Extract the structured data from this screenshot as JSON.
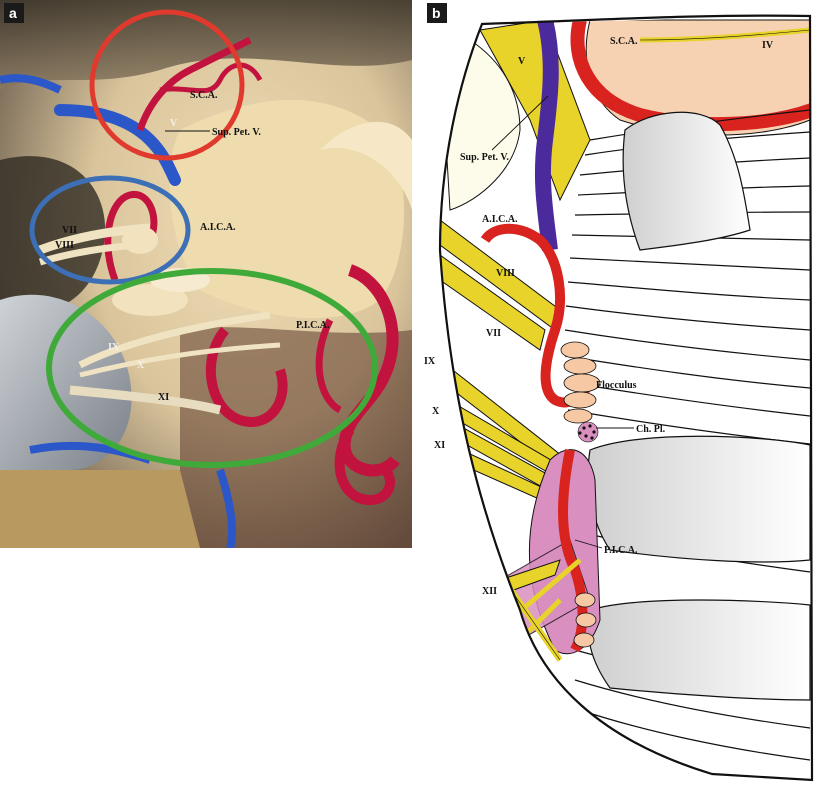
{
  "panels": [
    {
      "tag": "a",
      "labels": {
        "sca": "S.C.A.",
        "v": "V",
        "sup_pet_v": "Sup. Pet. V.",
        "vii": "VII",
        "viii": "VIII",
        "aica": "A.I.C.A.",
        "pica": "P.I.C.A.",
        "ix": "IX",
        "x": "X",
        "xi": "XI"
      },
      "circle_colors": {
        "red": "#e03a2e",
        "blue": "#3d6fb6",
        "green": "#3faa3a"
      }
    },
    {
      "tag": "b",
      "labels": {
        "sca": "S.C.A.",
        "iv": "IV",
        "v": "V",
        "sup_pet_v": "Sup. Pet. V.",
        "aica": "A.I.C.A.",
        "viii": "VIII",
        "vii": "VII",
        "ix": "IX",
        "x": "X",
        "xi": "XI",
        "flocculus": "Flocculus",
        "ch_pl": "Ch. Pl.",
        "pica": "P.I.C.A.",
        "xii": "XII"
      },
      "colors": {
        "artery": "#d9231f",
        "vein": "#4b2a9c",
        "nerve": "#e8d32a",
        "flocculus": "#f6c9a4",
        "pica_region": "#d98fc0",
        "shadow": "#e6e6e6"
      }
    }
  ]
}
